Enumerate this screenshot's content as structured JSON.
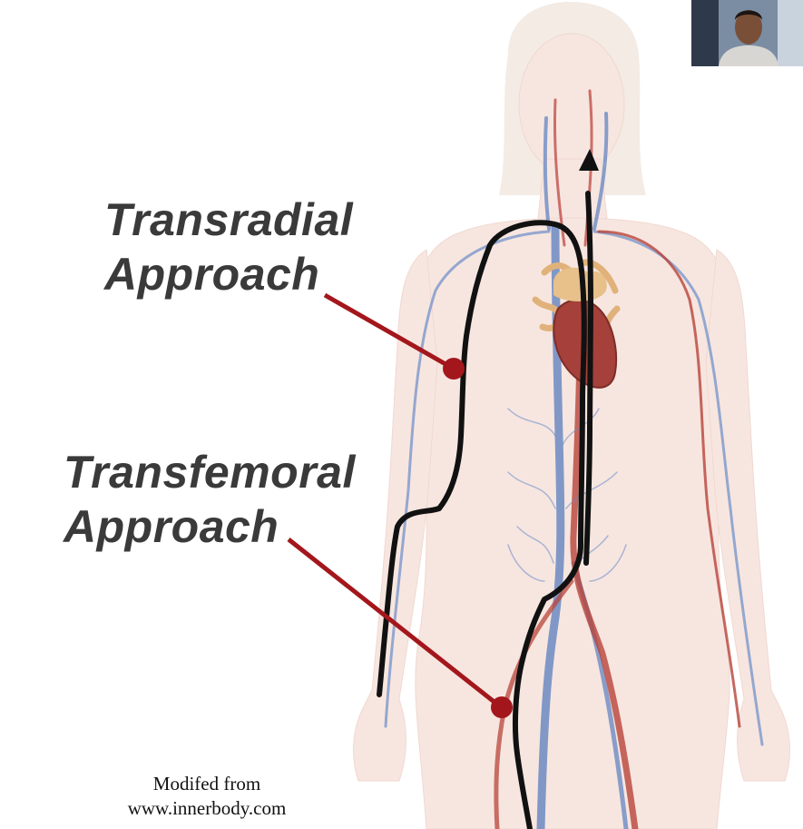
{
  "labels": {
    "transradial_line1": "Transradial",
    "transradial_line2": "Approach",
    "transfemoral_line1": "Transfemoral",
    "transfemoral_line2": "Approach"
  },
  "credit": {
    "line1": "Modifed from",
    "line2": "www.innerbody.com"
  },
  "colors": {
    "pointer": "#a3171c",
    "catheter": "#111111",
    "vein": "#4a6fb5",
    "artery": "#b23a33",
    "body": "#f6e4de",
    "label": "#3a3a3a"
  }
}
